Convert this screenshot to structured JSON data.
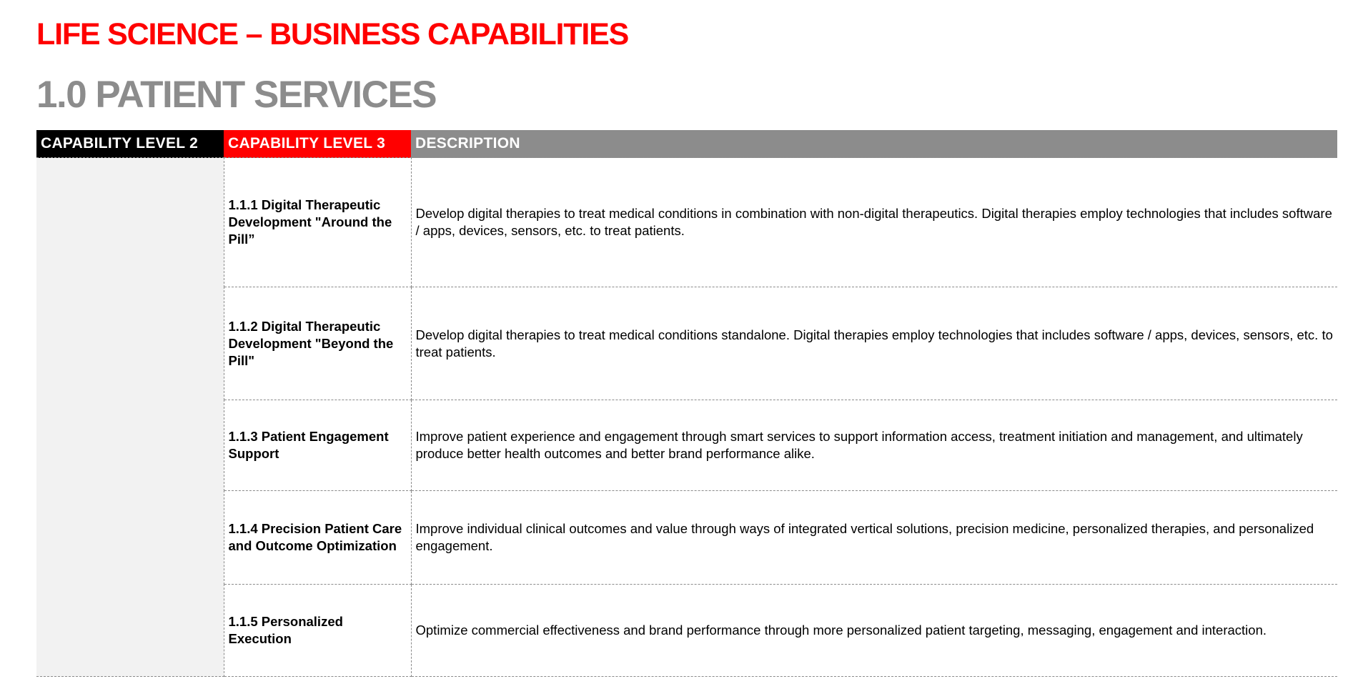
{
  "header": {
    "title": "LIFE SCIENCE – BUSINESS CAPABILITIES",
    "section": "1.0 PATIENT SERVICES"
  },
  "table": {
    "columns": {
      "level2": "CAPABILITY LEVEL 2",
      "level3": "CAPABILITY LEVEL 3",
      "description": "DESCRIPTION"
    },
    "level2_value": "",
    "rows": [
      {
        "level3": "1.1.1 Digital Therapeutic Development \"Around the Pill”",
        "description": "Develop digital therapies to treat medical conditions in combination with non-digital therapeutics. Digital therapies employ technologies that includes software / apps, devices, sensors, etc. to treat patients."
      },
      {
        "level3": "1.1.2 Digital Therapeutic Development \"Beyond the Pill\"",
        "description": "Develop digital therapies to treat medical conditions standalone. Digital therapies employ technologies that includes software / apps, devices, sensors, etc. to treat patients."
      },
      {
        "level3": "1.1.3 Patient Engagement Support",
        "description": "Improve patient experience and engagement through smart services to support information access, treatment initiation and management, and ultimately produce better health outcomes and better brand performance alike."
      },
      {
        "level3": "1.1.4 Precision Patient Care and Outcome Optimization",
        "description": "Improve individual clinical outcomes and value through ways of  integrated vertical solutions, precision medicine, personalized therapies, and personalized engagement."
      },
      {
        "level3": "1.1.5 Personalized Execution",
        "description": "Optimize commercial effectiveness and brand performance through more personalized patient targeting, messaging, engagement and interaction."
      }
    ]
  },
  "colors": {
    "title": "#ff0000",
    "section": "#8c8c8c",
    "header_level2_bg": "#000000",
    "header_level3_bg": "#ff0000",
    "header_description_bg": "#8c8c8c",
    "level2_column_bg": "#f2f2f2"
  }
}
